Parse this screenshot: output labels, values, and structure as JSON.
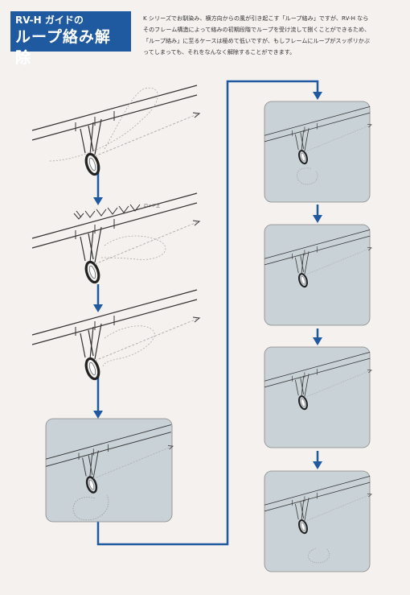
{
  "title": {
    "top": "RV-H ガイドの",
    "main": "ループ絡み解除"
  },
  "description": {
    "lines": [
      "K シリーズでお馴染み、横方向からの風が引き起こす「ループ絡み」ですが、RV-H なら",
      "そのフレーム構造によって絡みの初期段階でループを受け流して捌くことができるため、",
      "「ループ絡み」に至るケースは極めて低いですが、もしフレームにループがスッポリかぶ",
      "ってしまっても、それをなんなく解除することができます。"
    ]
  },
  "annotation": {
    "rod_up": "ロッド上"
  },
  "colors": {
    "title_bg": "#1f5aa0",
    "flow_line": "#1f5aa0",
    "panel_bg": "#c9d2d6",
    "background": "#f4f1ee"
  },
  "icons": [
    "down-arrow-icon",
    "wind-arrow-icon"
  ]
}
